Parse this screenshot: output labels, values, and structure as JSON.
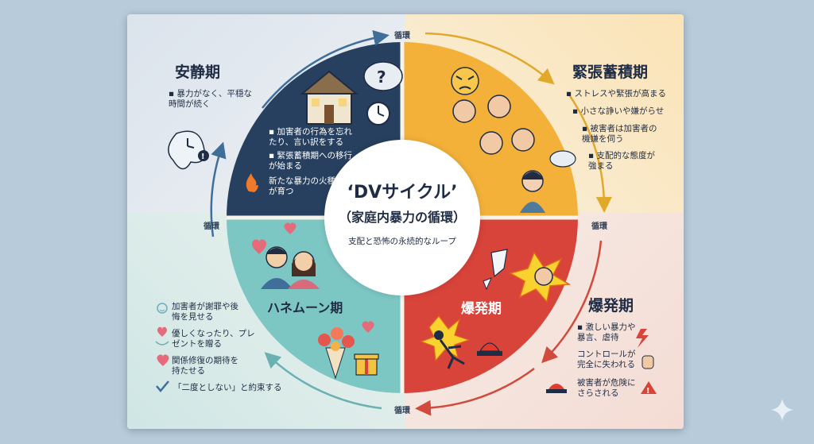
{
  "cycle_label": "循環",
  "center": {
    "title": "‘DVサイクル’",
    "subtitle": "（家庭内暴力の循環）",
    "tagline": "支配と恐怖の永続的なループ"
  },
  "phases": {
    "calm": {
      "title": "安静期",
      "notes": [
        "暴力がなく、平穏な時間が続く"
      ],
      "wedge_notes": [
        "加害者の行為を忘れたり、言い訳をする",
        "緊張蓄積期への移行が始まる",
        "新たな暴力の火種が育つ"
      ]
    },
    "tension": {
      "title": "緊張蓄積期",
      "notes": [
        "ストレスや緊張が高まる",
        "小さな諍いや嫌がらせ",
        "被害者は加害者の機嫌を伺う",
        "支配的な態度が強まる"
      ]
    },
    "explosion": {
      "title": "爆発期",
      "wedge_title": "爆発期",
      "notes": [
        "激しい暴力や暴言、虐待",
        "コントロールが完全に失われる",
        "被害者が危険にさらされる"
      ]
    },
    "honeymoon": {
      "title": "ハネムーン期",
      "notes": [
        "加害者が謝罪や後悔を見せる",
        "優しくなったり、プレゼントを贈る",
        "関係修復の期待を持たせる",
        "「二度としない」と約束する"
      ]
    }
  },
  "colors": {
    "calm": "#27405f",
    "tension": "#f3b13a",
    "explosion": "#d8433a",
    "honeymoon": "#7cc6c4",
    "arrow_blue": "#3f6f99",
    "arrow_gold": "#e0a92a",
    "arrow_red": "#d24a3c",
    "arrow_teal": "#6bb0b3"
  },
  "icons": {
    "calm": [
      "house-icon",
      "question-bubble-icon",
      "clock-icon",
      "fire-icon",
      "melting-clock-icon"
    ],
    "tension": [
      "angry-face-icon",
      "fists-icon",
      "worried-woman-icon",
      "thought-cloud-icon"
    ],
    "explosion": [
      "broken-glass-icon",
      "punch-icon",
      "falling-person-icon",
      "siren-icon",
      "lightning-icon",
      "stop-hand-icon",
      "warning-icon"
    ],
    "honeymoon": [
      "couple-icon",
      "hearts-icon",
      "bouquet-icon",
      "gift-icon",
      "smile-icon",
      "heart-hands-icon",
      "check-icon"
    ]
  }
}
